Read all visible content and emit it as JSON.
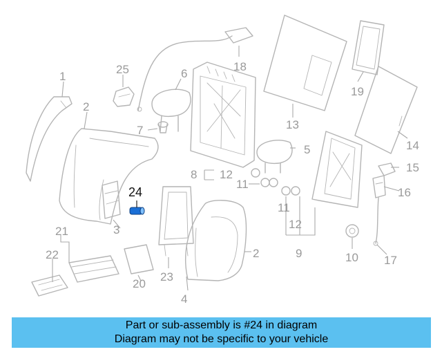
{
  "callouts": [
    "1",
    "2",
    "3",
    "4",
    "5",
    "6",
    "7",
    "8",
    "9",
    "10",
    "11",
    "12",
    "13",
    "14",
    "15",
    "16",
    "17",
    "18",
    "19",
    "20",
    "21",
    "22",
    "23",
    "24",
    "25"
  ],
  "highlight": {
    "label": "24",
    "color": "#1a6fd6"
  },
  "colors": {
    "parts": "#b4b4b4",
    "banner": "#5bc0f0"
  },
  "banner": {
    "line1": "Part or sub-assembly is #24 in diagram",
    "line2": "Diagram may not be specific to your vehicle"
  }
}
